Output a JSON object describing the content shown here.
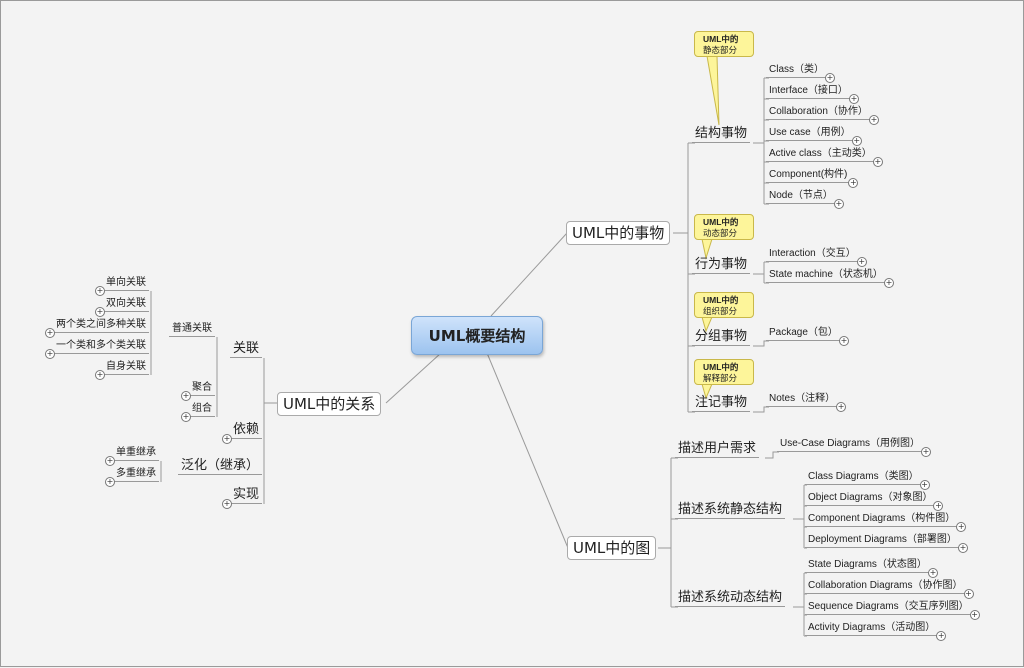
{
  "root": "UML概要结构",
  "things": {
    "label": "UML中的事物",
    "structural": {
      "label": "结构事物",
      "callout": [
        "UML中的",
        "静态部分"
      ],
      "items": [
        "Class（类）",
        "Interface（接口）",
        "Collaboration（协作）",
        "Use case（用例）",
        "Active class（主动类）",
        "Component(构件)",
        "Node（节点）"
      ]
    },
    "behavioral": {
      "label": "行为事物",
      "callout": [
        "UML中的",
        "动态部分"
      ],
      "items": [
        "Interaction（交互）",
        "State machine（状态机）"
      ]
    },
    "grouping": {
      "label": "分组事物",
      "callout": [
        "UML中的",
        "组织部分"
      ],
      "items": [
        "Package（包）"
      ]
    },
    "annotational": {
      "label": "注记事物",
      "callout": [
        "UML中的",
        "解释部分"
      ],
      "items": [
        "Notes（注释）"
      ]
    }
  },
  "diagrams": {
    "label": "UML中的图",
    "user": {
      "label": "描述用户需求",
      "items": [
        "Use-Case Diagrams（用例图）"
      ]
    },
    "static": {
      "label": "描述系统静态结构",
      "items": [
        "Class Diagrams（类图）",
        "Object Diagrams（对象图）",
        "Component Diagrams（构件图）",
        "Deployment Diagrams（部署图）"
      ]
    },
    "dynamic": {
      "label": "描述系统动态结构",
      "items": [
        "State Diagrams（状态图）",
        "Collaboration Diagrams（协作图）",
        "Sequence Diagrams（交互序列图）",
        "Activity Diagrams（活动图）"
      ]
    }
  },
  "relations": {
    "label": "UML中的关系",
    "association": {
      "label": "关联",
      "normal": {
        "label": "普通关联",
        "items": [
          "单向关联",
          "双向关联",
          "两个类之间多种关联",
          "一个类和多个类关联",
          "自身关联"
        ]
      },
      "aggregation": "聚合",
      "composition": "组合"
    },
    "dependency": "依赖",
    "generalization": {
      "label": "泛化（继承）",
      "items": [
        "单重继承",
        "多重继承"
      ]
    },
    "realization": "实现"
  },
  "icons": {
    "plus": "+"
  }
}
